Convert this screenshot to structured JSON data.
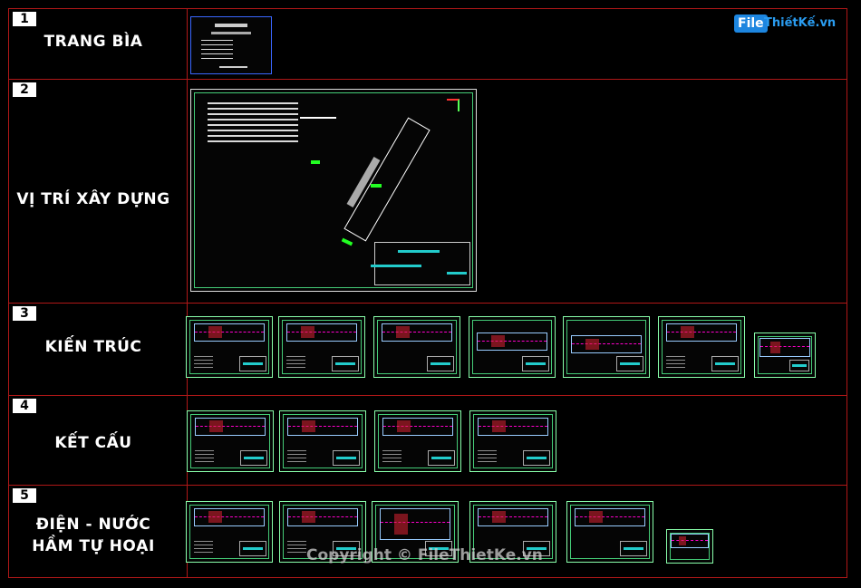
{
  "logo": {
    "file": "File",
    "rest": "ThiếtKế.vn"
  },
  "watermark": "Copyright © FileThietKe.vn",
  "sections": [
    {
      "num": "1",
      "title_lines": [
        "TRANG BÌA"
      ]
    },
    {
      "num": "2",
      "title_lines": [
        "VỊ TRÍ XÂY DỰNG"
      ]
    },
    {
      "num": "3",
      "title_lines": [
        "KIẾN TRÚC"
      ]
    },
    {
      "num": "4",
      "title_lines": [
        "KẾT CẤU"
      ]
    },
    {
      "num": "5",
      "title_lines": [
        "ĐIỆN - NƯỚC",
        "HẦM TỰ HOẠI"
      ]
    }
  ]
}
